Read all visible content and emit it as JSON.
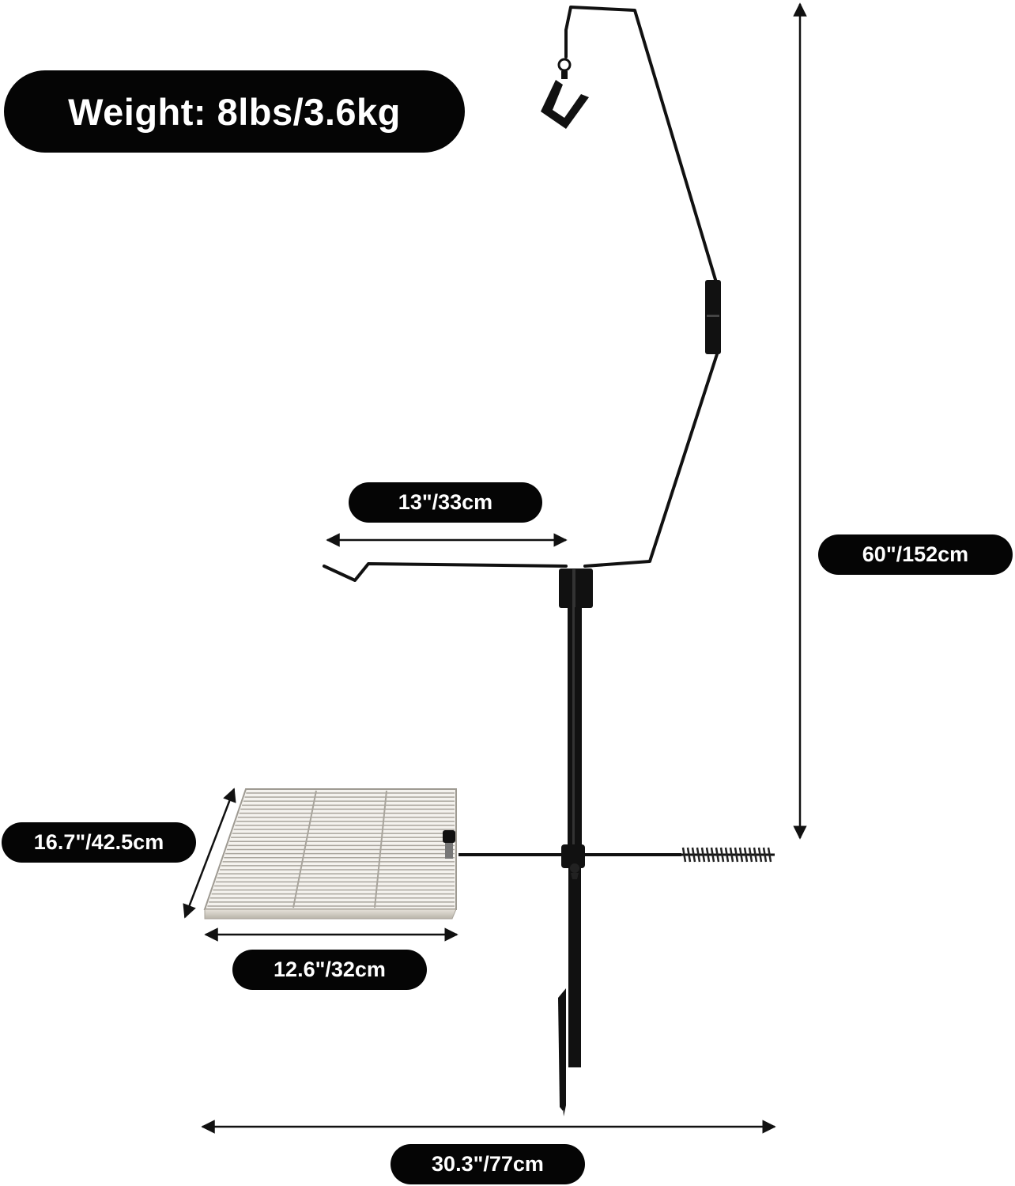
{
  "weight_label": "Weight: 8lbs/3.6kg",
  "dimensions": {
    "top_arm": "13\"/33cm",
    "height": "60\"/152cm",
    "grill_depth": "16.7\"/42.5cm",
    "grill_width": "12.6\"/32cm",
    "base_width": "30.3\"/77cm"
  },
  "colors": {
    "pill_background": "#050505",
    "pill_text": "#ffffff",
    "metal": "#111111",
    "grill_steel": "#c9c5bd"
  }
}
